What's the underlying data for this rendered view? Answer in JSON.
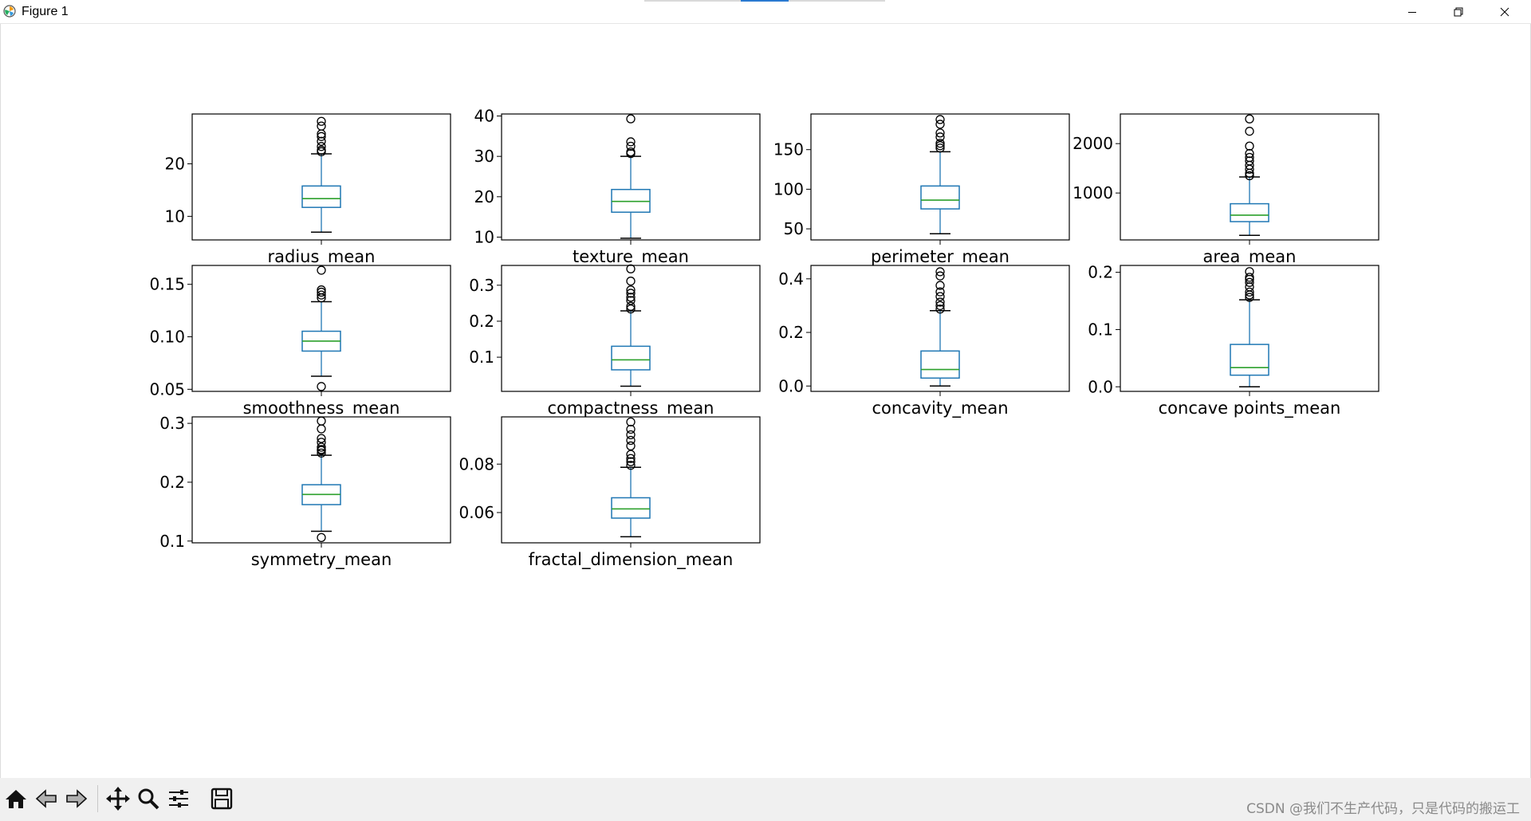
{
  "window": {
    "title": "Figure 1",
    "icons": [
      "matplotlib-logo-icon",
      "minimize-icon",
      "restore-icon",
      "close-icon"
    ]
  },
  "toolbar": {
    "buttons": [
      {
        "icon": "home-icon",
        "label": "Home"
      },
      {
        "icon": "arrow-left-icon",
        "label": "Back"
      },
      {
        "icon": "arrow-right-icon",
        "label": "Forward"
      },
      {
        "icon": "move-icon",
        "label": "Pan"
      },
      {
        "icon": "magnifier-icon",
        "label": "Zoom"
      },
      {
        "icon": "sliders-icon",
        "label": "Subplots"
      },
      {
        "icon": "floppy-disk-icon",
        "label": "Save"
      }
    ]
  },
  "watermark": "CSDN @我们不生产代码，只是代码的搬运工",
  "colors": {
    "box": "#1f77b4",
    "median": "#2ca02c",
    "whisker": "#1f77b4",
    "cap": "#000000",
    "outlier": "#000000",
    "frame": "#000000"
  },
  "chart_data": [
    {
      "type": "box",
      "xlabel": "radius_mean",
      "ylim": [
        5.5,
        29.5
      ],
      "yticks": [
        10,
        20
      ],
      "box": {
        "min": 6.98,
        "q1": 11.7,
        "median": 13.37,
        "q3": 15.78,
        "max": 21.9
      },
      "outliers": [
        22.3,
        22.6,
        23.3,
        24.3,
        25.2,
        25.7,
        27.2,
        28.1
      ]
    },
    {
      "type": "box",
      "xlabel": "texture_mean",
      "ylim": [
        9.3,
        40.5
      ],
      "yticks": [
        10,
        20,
        30,
        40
      ],
      "box": {
        "min": 9.71,
        "q1": 16.17,
        "median": 18.84,
        "q3": 21.8,
        "max": 30.0
      },
      "outliers": [
        30.7,
        31.1,
        32.5,
        33.6,
        39.3
      ]
    },
    {
      "type": "box",
      "xlabel": "perimeter_mean",
      "ylim": [
        36,
        195
      ],
      "yticks": [
        50,
        100,
        150
      ],
      "box": {
        "min": 43.8,
        "q1": 75.17,
        "median": 86.24,
        "q3": 104.1,
        "max": 147.3
      },
      "outliers": [
        152,
        155,
        158,
        166,
        171,
        182,
        188
      ]
    },
    {
      "type": "box",
      "xlabel": "area_mean",
      "ylim": [
        50,
        2600
      ],
      "yticks": [
        1000,
        2000
      ],
      "box": {
        "min": 143.5,
        "q1": 420.3,
        "median": 551.1,
        "q3": 782.7,
        "max": 1326
      },
      "outliers": [
        1350,
        1400,
        1480,
        1560,
        1650,
        1720,
        1800,
        1950,
        2250,
        2500
      ]
    },
    {
      "type": "box",
      "xlabel": "smoothness_mean",
      "ylim": [
        0.048,
        0.168
      ],
      "yticks": [
        0.05,
        0.1,
        0.15
      ],
      "tick_decimals": 2,
      "box": {
        "min": 0.0624,
        "q1": 0.0864,
        "median": 0.0959,
        "q3": 0.1053,
        "max": 0.1334
      },
      "outliers": [
        0.0526,
        0.1371,
        0.1398,
        0.1425,
        0.1447,
        0.1634
      ]
    },
    {
      "type": "box",
      "xlabel": "compactness_mean",
      "ylim": [
        0.005,
        0.355
      ],
      "yticks": [
        0.1,
        0.2,
        0.3
      ],
      "tick_decimals": 1,
      "box": {
        "min": 0.0194,
        "q1": 0.0649,
        "median": 0.0926,
        "q3": 0.1304,
        "max": 0.2287
      },
      "outliers": [
        0.234,
        0.2413,
        0.2576,
        0.2665,
        0.2776,
        0.2867,
        0.3114,
        0.3454
      ]
    },
    {
      "type": "box",
      "xlabel": "concavity_mean",
      "ylim": [
        -0.02,
        0.45
      ],
      "yticks": [
        0.0,
        0.2,
        0.4
      ],
      "tick_decimals": 1,
      "box": {
        "min": 0.0,
        "q1": 0.0296,
        "median": 0.0615,
        "q3": 0.1307,
        "max": 0.2812
      },
      "outliers": [
        0.2871,
        0.3001,
        0.313,
        0.3339,
        0.3514,
        0.3754,
        0.4108,
        0.4264
      ]
    },
    {
      "type": "box",
      "xlabel": "concave points_mean",
      "ylim": [
        -0.008,
        0.212
      ],
      "yticks": [
        0.0,
        0.1,
        0.2
      ],
      "tick_decimals": 1,
      "box": {
        "min": 0.0,
        "q1": 0.0203,
        "median": 0.0335,
        "q3": 0.074,
        "max": 0.152
      },
      "outliers": [
        0.1562,
        0.1604,
        0.1655,
        0.1745,
        0.1823,
        0.1878,
        0.1913,
        0.2012
      ]
    },
    {
      "type": "box",
      "xlabel": "symmetry_mean",
      "ylim": [
        0.097,
        0.311
      ],
      "yticks": [
        0.1,
        0.2,
        0.3
      ],
      "tick_decimals": 1,
      "box": {
        "min": 0.1167,
        "q1": 0.1619,
        "median": 0.1792,
        "q3": 0.1957,
        "max": 0.2459
      },
      "outliers": [
        0.106,
        0.2495,
        0.2539,
        0.2556,
        0.2595,
        0.2678,
        0.2743,
        0.2906,
        0.304
      ]
    },
    {
      "type": "box",
      "xlabel": "fractal_dimension_mean",
      "ylim": [
        0.0475,
        0.0995
      ],
      "yticks": [
        0.06,
        0.08
      ],
      "tick_decimals": 2,
      "box": {
        "min": 0.05,
        "q1": 0.0577,
        "median": 0.0615,
        "q3": 0.0661,
        "max": 0.0787
      },
      "outliers": [
        0.0795,
        0.081,
        0.0823,
        0.084,
        0.0875,
        0.0898,
        0.0921,
        0.0944,
        0.0974
      ]
    }
  ]
}
